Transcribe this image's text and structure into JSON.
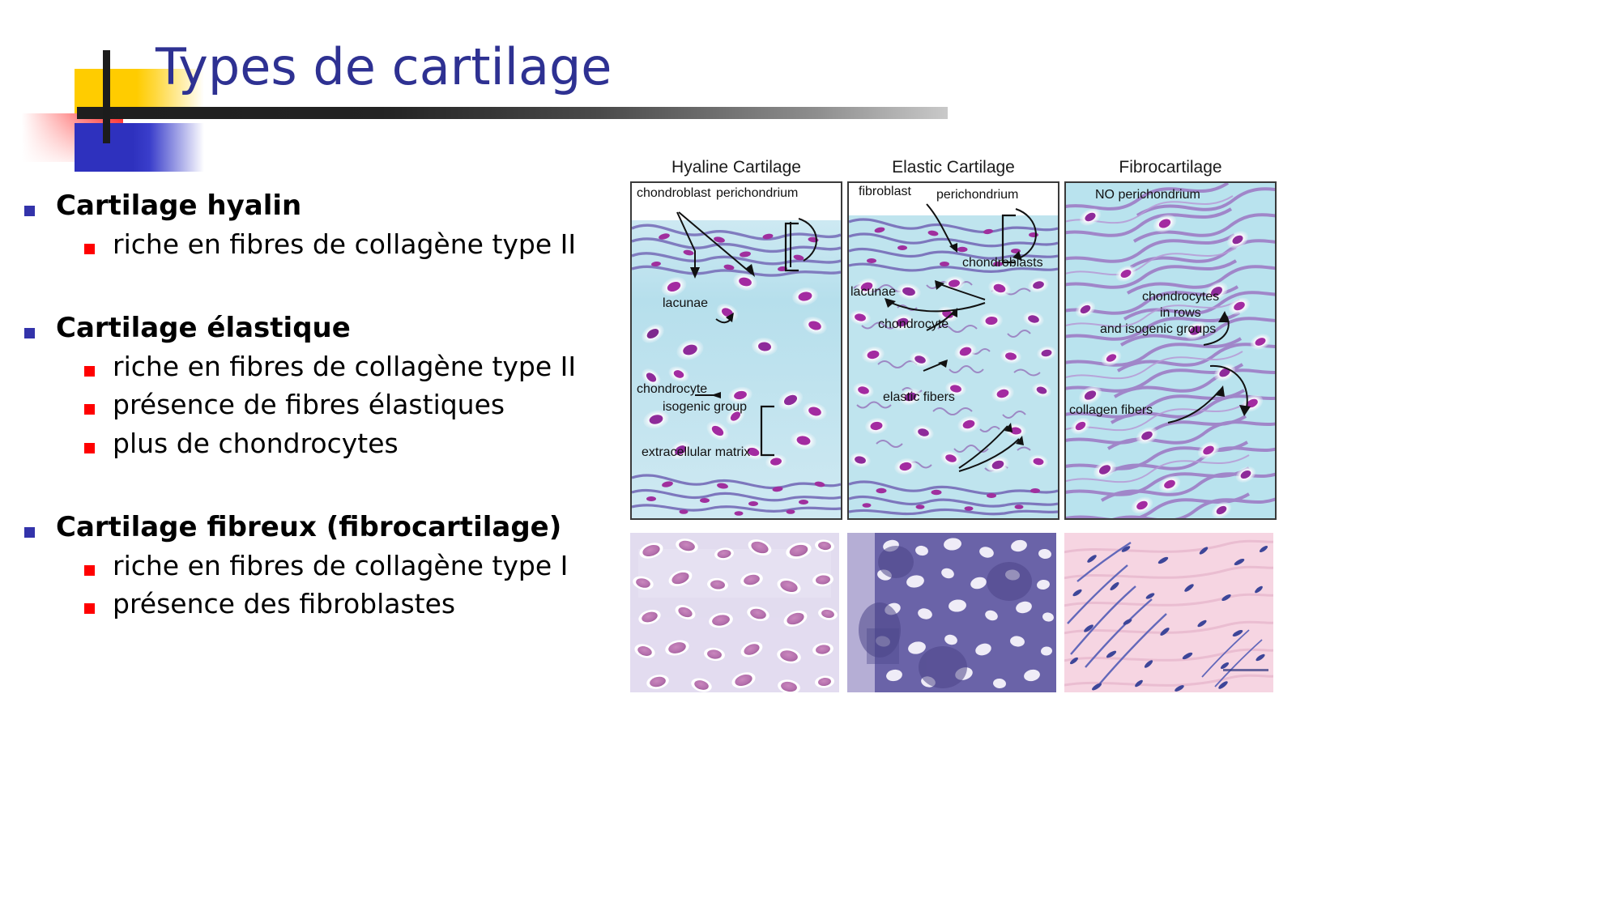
{
  "slide": {
    "title": "Types de cartilage",
    "title_color": "#2E3192"
  },
  "decoration": {
    "yellow": "#FFCC00",
    "red": "#FF1B1B",
    "blue": "#2E31BE",
    "bar": "#1e1e1e"
  },
  "bullets": {
    "level1_bullet_color": "#3333AA",
    "level2_bullet_color": "#FF0000",
    "groups": [
      {
        "heading": "Cartilage hyalin",
        "items": [
          "riche en fibres de collagène type II"
        ]
      },
      {
        "heading": "Cartilage élastique",
        "items": [
          "riche en fibres de collagène type II",
          "présence de fibres élastiques",
          "plus de chondrocytes"
        ]
      },
      {
        "heading": "Cartilage fibreux (fibrocartilage)",
        "items": [
          "riche en fibres de collagène type I",
          "présence des fibroblastes"
        ]
      }
    ]
  },
  "figure": {
    "panels": [
      {
        "title": "Hyaline Cartilage",
        "labels": [
          "chondroblast",
          "perichondrium",
          "lacunae",
          "chondrocyte",
          "isogenic group",
          "extracellular matrix"
        ]
      },
      {
        "title": "Elastic Cartilage",
        "labels": [
          "fibroblast",
          "perichondrium",
          "chondroblasts",
          "lacunae",
          "chondrocyte",
          "elastic fibers"
        ]
      },
      {
        "title": "Fibrocartilage",
        "labels": [
          "NO perichondrium",
          "chondrocytes",
          "in rows",
          "and isogenic groups",
          "collagen fibers"
        ]
      }
    ],
    "micrographs": [
      "hyaline-cartilage-micrograph",
      "elastic-cartilage-micrograph",
      "fibrocartilage-micrograph"
    ]
  }
}
